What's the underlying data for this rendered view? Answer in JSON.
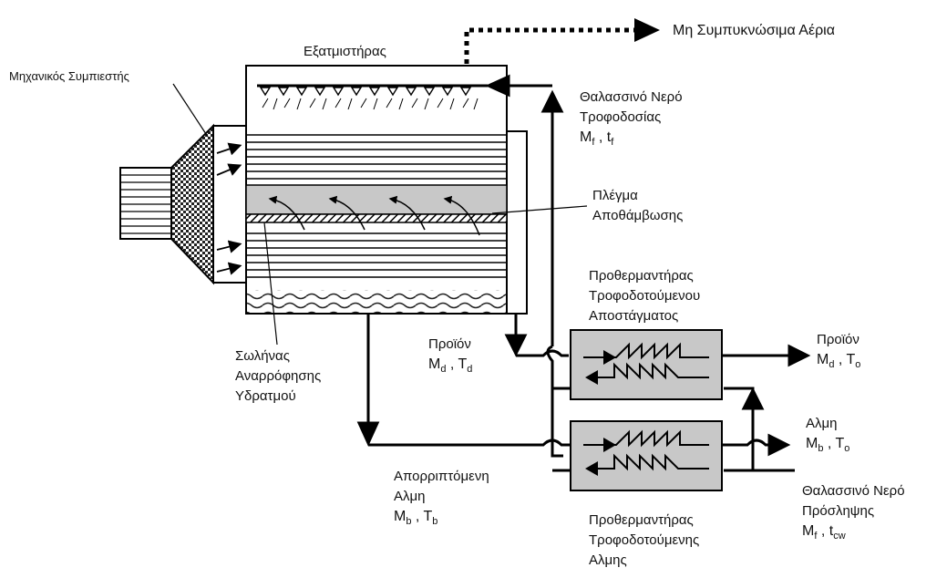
{
  "labels": {
    "non_condensable": "Μη Συμπυκνώσιμα Αέρια",
    "evaporator": "Εξατμιστήρας",
    "compressor": "Μηχανικός Συμπιεστής",
    "feed_seawater": [
      "Θαλασσινό Νερό",
      "Τροφοδοσίας"
    ],
    "demister": [
      "Πλέγμα",
      "Αποθάμβωσης"
    ],
    "distillate_preheater": [
      "Προθερμαντήρας",
      "Τροφοδοτούμενου",
      "Αποστάγματος"
    ],
    "vapor_suction_pipe": [
      "Σωλήνας",
      "Αναρρόφησης",
      "Υδρατμού"
    ],
    "product_inner": "Προϊόν",
    "product_outer": "Προϊόν",
    "brine_out": "Αλμη",
    "rejected_brine": [
      "Απορριπτόμενη",
      "Αλμη"
    ],
    "intake_seawater": [
      "Θαλασσινό Νερό",
      "Πρόσληψης"
    ],
    "brine_preheater": [
      "Προθερμαντήρας",
      "Τροφοδοτούμενης",
      "Αλμης"
    ]
  },
  "symbols": {
    "feed": {
      "m": "M",
      "m_sub": "f",
      "sep": " , ",
      "t": "t",
      "t_sub": "f"
    },
    "product_inner": {
      "m": "M",
      "m_sub": "d",
      "sep": " , ",
      "t": "T",
      "t_sub": "d"
    },
    "product_outer": {
      "m": "M",
      "m_sub": "d",
      "sep": " , ",
      "t": "T",
      "t_sub": "o"
    },
    "brine_out": {
      "m": "M",
      "m_sub": "b",
      "sep": " , ",
      "t": "T",
      "t_sub": "o"
    },
    "rejected": {
      "m": "M",
      "m_sub": "b",
      "sep": " , ",
      "t": "T",
      "t_sub": "b"
    },
    "intake": {
      "m": "M",
      "m_sub": "f",
      "sep": " , ",
      "t": "t",
      "t_sub": "cw"
    }
  }
}
